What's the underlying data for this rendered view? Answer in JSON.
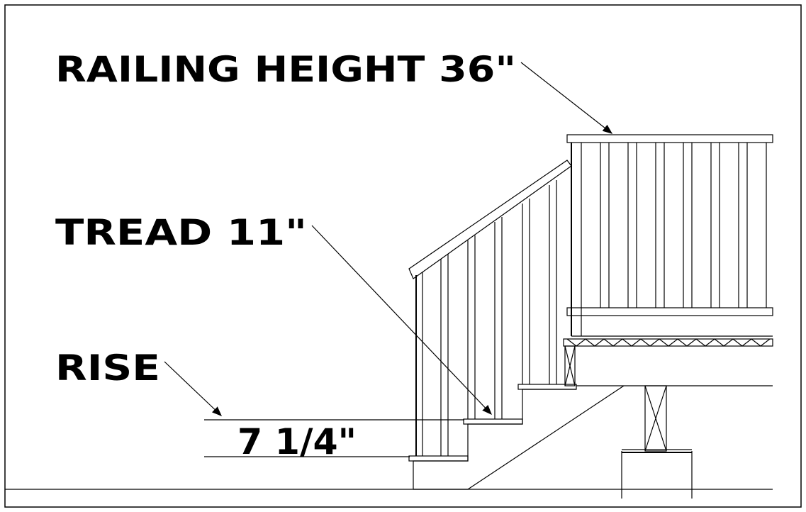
{
  "drawing": {
    "labels": {
      "railing_height": "RAILING HEIGHT 36\"",
      "tread": "TREAD  11\"",
      "rise": "RISE",
      "rise_value": "7 1/4\""
    },
    "colors": {
      "line": "#000000",
      "background": "#ffffff"
    }
  }
}
